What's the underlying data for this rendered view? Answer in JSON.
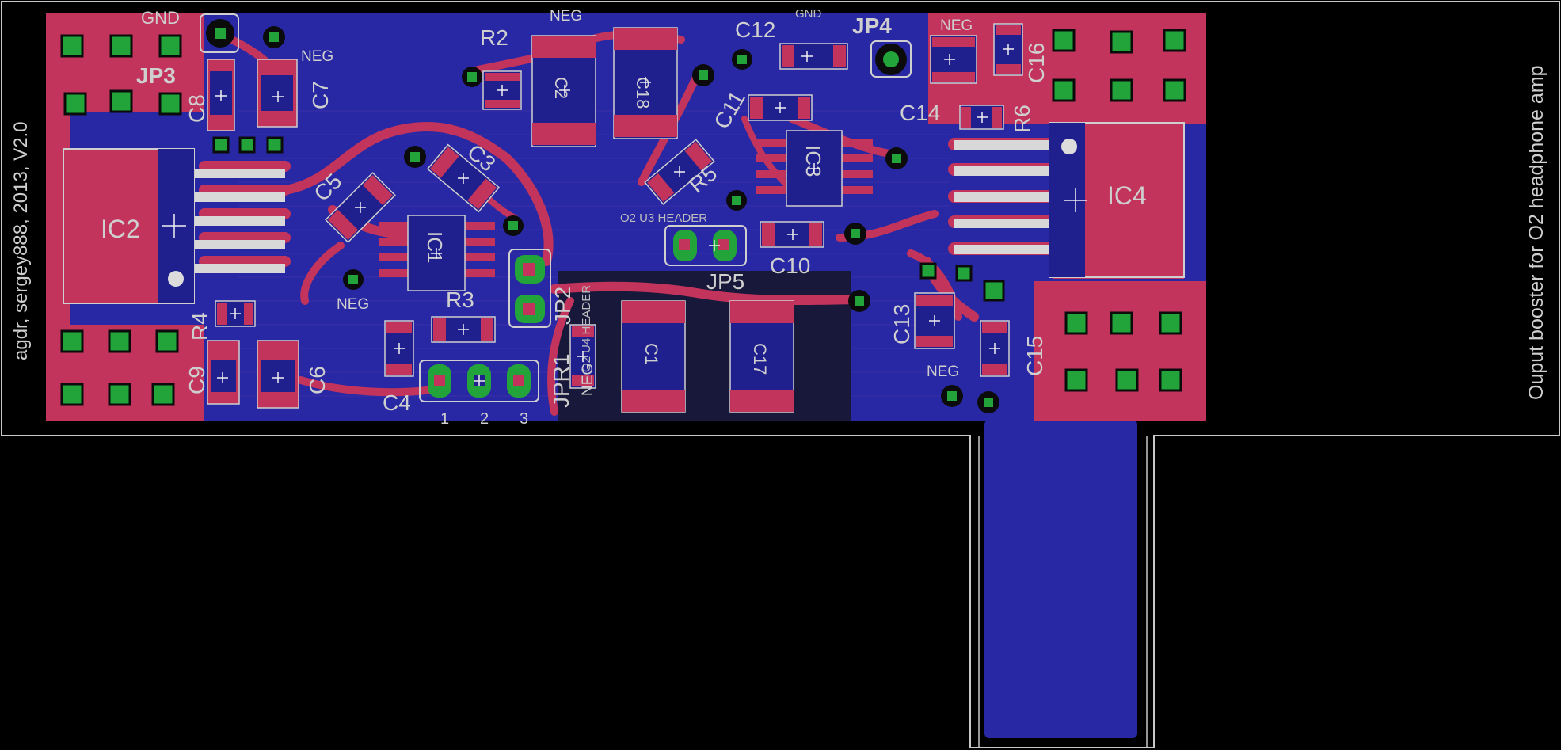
{
  "colors": {
    "background": "#000000",
    "outline": "#c8c8c8",
    "top_copper": "#c2345c",
    "bottom_copper": "#2828a4",
    "pad_green": "#22a43a",
    "via_ring": "#0b0b0b",
    "silkscreen": "#cfcfcf"
  },
  "board": {
    "vertical_text": "agdr, sergey888, 2013, V2.0",
    "side_title": "Ouput booster for O2 headphone amp"
  },
  "labels": {
    "gnd_top": "GND",
    "gnd_small": "GND",
    "neg_jp3": "NEG",
    "neg_top": "NEG",
    "neg_right": "NEG",
    "neg_ic1": "NEG",
    "neg_c13": "NEG",
    "neg_jp2": "NEG",
    "jp3": "JP3",
    "jp4": "JP4",
    "jp5": "JP5",
    "jp2": "JP2",
    "jpr1": "JPR1",
    "ic1": "IC1",
    "ic2": "IC2",
    "ic3": "IC3",
    "ic4": "IC4",
    "r2": "R2",
    "r3": "R3",
    "r4": "R4",
    "r5": "R5",
    "r6": "R6",
    "c2": "C2",
    "c3": "C3",
    "c4": "C4",
    "c5": "C5",
    "c6": "C6",
    "c7": "C7",
    "c8": "C8",
    "c9": "C9",
    "c10": "C10",
    "c11": "C11",
    "c12": "C12",
    "c13": "C13",
    "c14": "C14",
    "c15": "C15",
    "c16": "C16",
    "c17": "C17",
    "c18": "C18",
    "c1": "C1",
    "o2_u3_header": "O2 U3 HEADER",
    "o2_u4_header": "O2 U4 HEADER",
    "pin1": "1",
    "pin2": "2",
    "pin3": "3"
  }
}
